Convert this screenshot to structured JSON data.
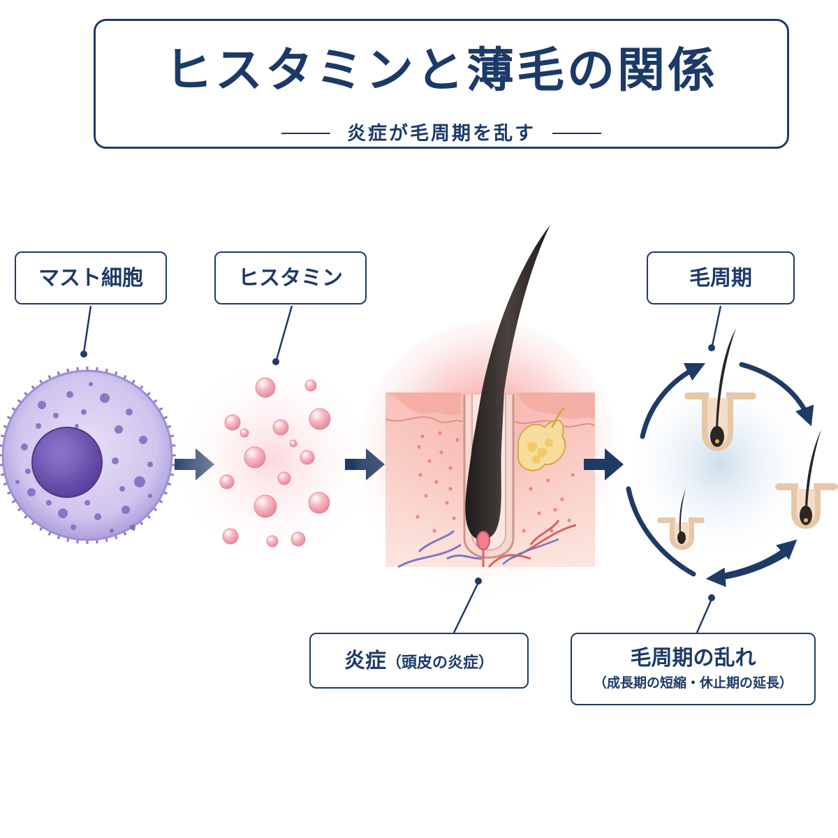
{
  "title": "ヒスタミンと薄毛の関係",
  "subtitle": "炎症が毛周期を乱す",
  "labels": {
    "mast_cell": "マスト細胞",
    "histamine": "ヒスタミン",
    "hair_cycle": "毛周期",
    "inflammation": "炎症",
    "inflammation_detail": "（頭皮の炎症）",
    "disruption": "毛周期の乱れ",
    "disruption_detail": "（成長期の短縮・休止期の延長）"
  },
  "colors": {
    "navy": "#1e3a66",
    "cell_purple": "#8d7dc6",
    "nucleus": "#6a4fae",
    "histamine_pink": "#f2a9b5",
    "skin_pink": "#f7c9c2",
    "hair": "#2b2624",
    "inflammation_red": "#f15a5a"
  }
}
